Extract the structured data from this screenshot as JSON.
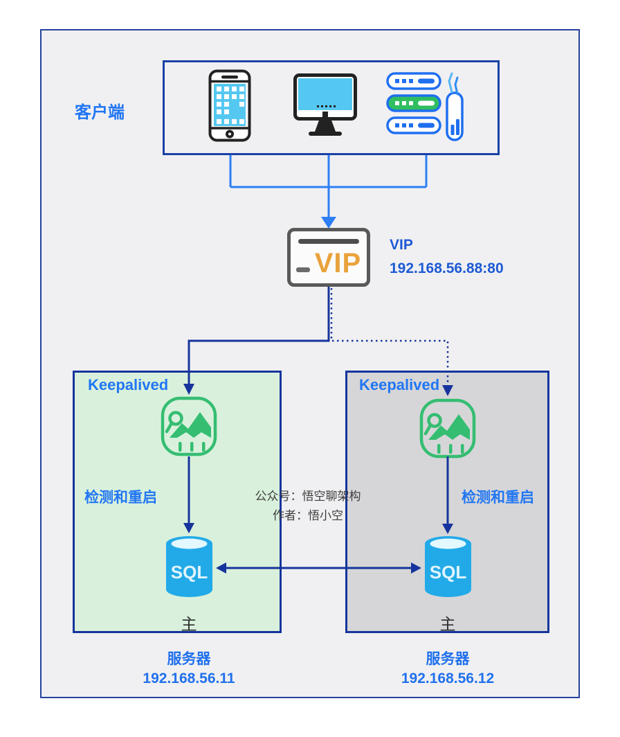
{
  "client": {
    "label": "客户端",
    "icons": [
      "smartphone-icon",
      "desktop-icon",
      "server-rack-icon"
    ]
  },
  "vip": {
    "box_text": "VIP",
    "label": "VIP",
    "address": "192.168.56.88:80"
  },
  "nodes": [
    {
      "keepalived": "Keepalived",
      "action": "检测和重启",
      "db": "SQL",
      "role": "主",
      "server_label": "服务器",
      "ip": "192.168.56.11",
      "theme": "green"
    },
    {
      "keepalived": "Keepalived",
      "action": "检测和重启",
      "db": "SQL",
      "role": "主",
      "server_label": "服务器",
      "ip": "192.168.56.12",
      "theme": "gray"
    }
  ],
  "watermark": {
    "line1": "公众号：悟空聊架构",
    "line2": "作者：悟小空"
  },
  "colors": {
    "accent_blue": "#2176f3",
    "deep_blue": "#1d5ad4",
    "navy": "#16349c",
    "connector_blue": "#2e7ef5",
    "green": "#35bd72",
    "green_bg": "#d9f1dc",
    "gray_bg": "#d6d6d8",
    "orange": "#e9a23b",
    "sql_blue": "#22aae8"
  }
}
